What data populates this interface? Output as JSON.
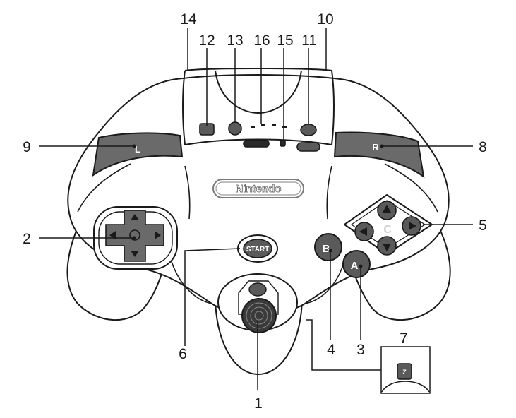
{
  "diagram": {
    "logo": "Nintendo",
    "buttons": {
      "start": "START",
      "a": "A",
      "b": "B",
      "l": "L",
      "r": "R",
      "c": "C",
      "z": "Z"
    },
    "callouts": {
      "n1": "1",
      "n2": "2",
      "n3": "3",
      "n4": "4",
      "n5": "5",
      "n6": "6",
      "n7": "7",
      "n8": "8",
      "n9": "9",
      "n10": "10",
      "n11": "11",
      "n12": "12",
      "n13": "13",
      "n14": "14",
      "n15": "15",
      "n16": "16"
    }
  }
}
